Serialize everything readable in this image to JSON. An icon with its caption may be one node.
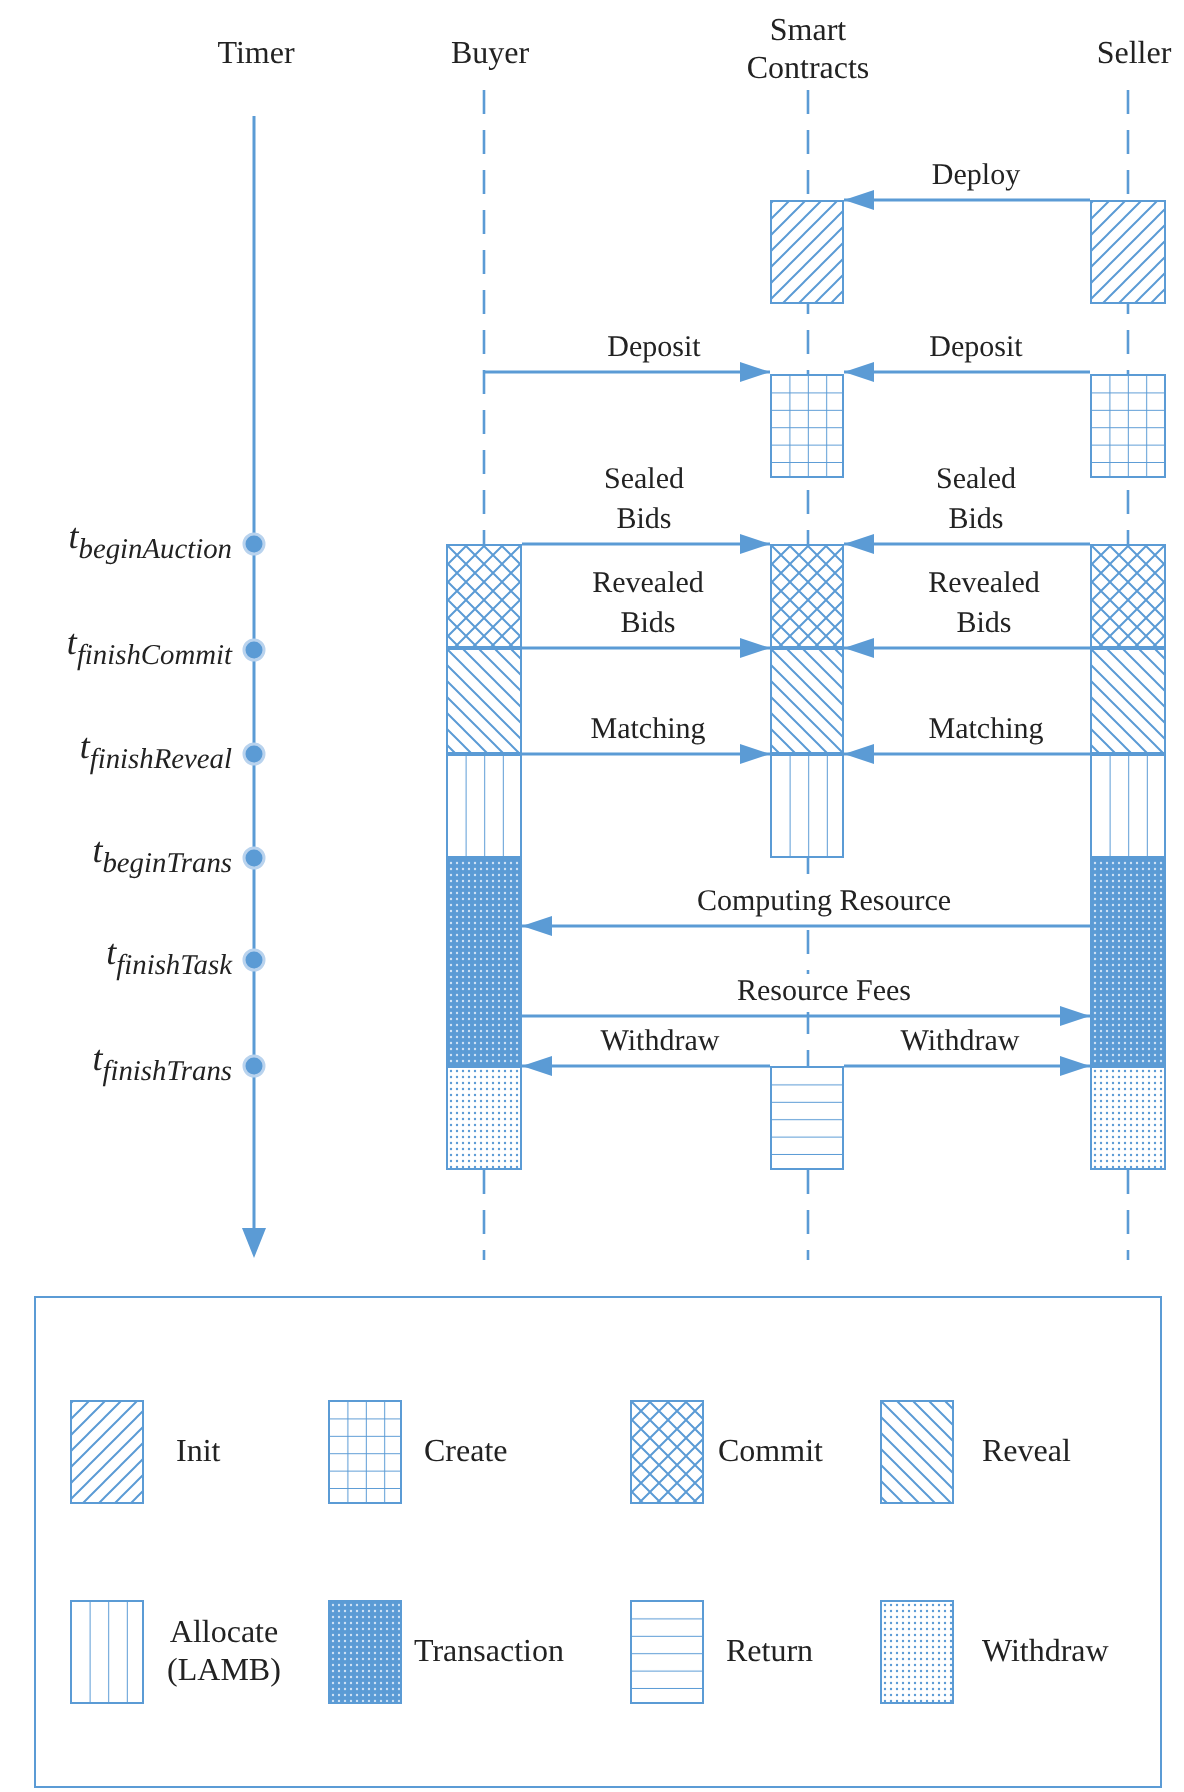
{
  "diagram": {
    "nodes": [
      {
        "text": [],
        "shape": "box"
      },
      {
        "text": [],
        "shape": "box"
      },
      {
        "text": [],
        "shape": "box"
      },
      {
        "text": [],
        "shape": "box"
      },
      {
        "text": [],
        "shape": "box"
      },
      {
        "text": [],
        "shape": "box"
      },
      {
        "text": [],
        "shape": "box"
      },
      {
        "text": [],
        "shape": "box"
      },
      {
        "text": [],
        "shape": "box"
      },
      {
        "text": [],
        "shape": "box"
      },
      {
        "text": [],
        "shape": "box"
      },
      {
        "text": [],
        "shape": "box"
      },
      {
        "text": [],
        "shape": "box"
      },
      {
        "text": [],
        "shape": "box"
      },
      {
        "text": [],
        "shape": "box"
      },
      {
        "text": [],
        "shape": "box"
      },
      {
        "text": [],
        "shape": "box"
      },
      {
        "text": [],
        "shape": "box"
      }
    ],
    "edges": [
      {
        "from": 1,
        "to": 0,
        "arrow": "to",
        "label": "Deploy"
      },
      {
        "from": null,
        "to": 2,
        "arrow": "to",
        "label": "Deposit"
      },
      {
        "from": 3,
        "to": 2,
        "arrow": "to",
        "label": "Deposit"
      },
      {
        "from": 4,
        "to": 5,
        "arrow": "to",
        "label": "Sealed Bids"
      },
      {
        "from": 6,
        "to": 5,
        "arrow": "to",
        "label": "Sealed Bids"
      },
      {
        "from": 7,
        "to": 8,
        "arrow": "to",
        "label": "Revealed Bids"
      },
      {
        "from": 9,
        "to": 8,
        "arrow": "to",
        "label": "Revealed Bids"
      },
      {
        "from": 10,
        "to": 11,
        "arrow": "to",
        "label": "Matching"
      },
      {
        "from": 12,
        "to": 11,
        "arrow": "to",
        "label": "Matching"
      },
      {
        "from": 14,
        "to": 13,
        "arrow": "to",
        "label": "Computing Resource"
      },
      {
        "from": 13,
        "to": 14,
        "arrow": "to",
        "label": "Resource Fees"
      },
      {
        "from": 16,
        "to": 15,
        "arrow": "to",
        "label": "Withdraw"
      },
      {
        "from": 16,
        "to": 17,
        "arrow": "to",
        "label": "Withdraw"
      }
    ],
    "labels": [
      "Timer",
      "Buyer",
      "Smart Contracts",
      "Seller",
      "t$_{beginAuction}$",
      "t$_{finishCommit}$",
      "t$_{finishReveal}$",
      "t$_{beginTrans}$",
      "t$_{finishTask}$",
      "t$_{finishTrans}$"
    ],
    "legend": [
      {
        "text": "Init"
      },
      {
        "text": "Create"
      },
      {
        "text": "Commit"
      },
      {
        "text": "Reveal"
      },
      {
        "text": "Allocate (LAMB)"
      },
      {
        "text": "Transaction"
      },
      {
        "text": "Return"
      },
      {
        "text": "Withdraw"
      }
    ]
  }
}
